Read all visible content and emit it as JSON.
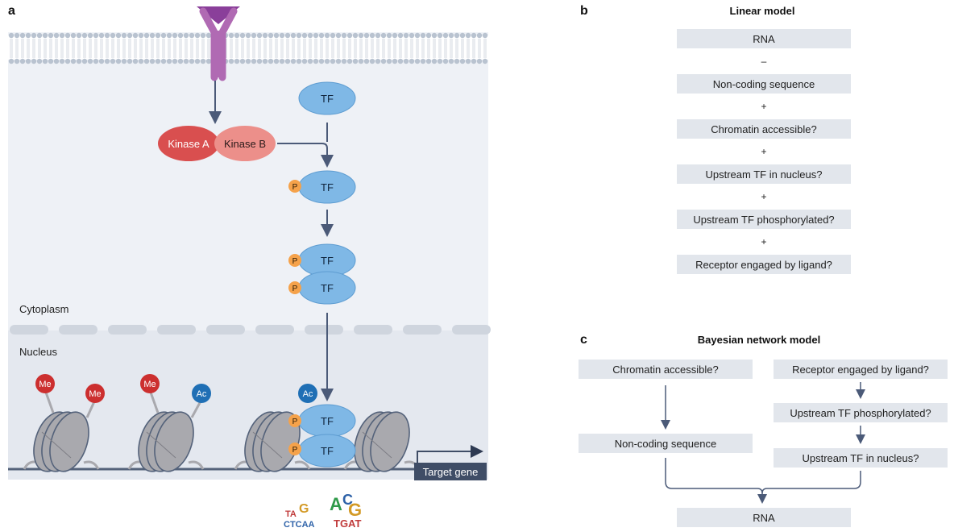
{
  "panels": {
    "a": {
      "letter": "a",
      "kinase_a": "Kinase A",
      "kinase_b": "Kinase B",
      "tf": "TF",
      "phospho": "P",
      "methyl": "Me",
      "acetyl": "Ac",
      "cytoplasm": "Cytoplasm",
      "nucleus": "Nucleus",
      "target_gene": "Target gene",
      "motif_left_top": "TA",
      "motif_left_bottom": "CTCAA",
      "motif_right_top": "ACG",
      "motif_right_bottom": "TGAT"
    },
    "b": {
      "letter": "b",
      "title": "Linear model",
      "terms": [
        "RNA",
        "Non-coding sequence",
        "Chromatin accessible?",
        "Upstream TF in nucleus?",
        "Upstream TF phosphorylated?",
        "Receptor engaged by ligand?"
      ],
      "operators": [
        "–",
        "+",
        "+",
        "+",
        "+"
      ]
    },
    "c": {
      "letter": "c",
      "title": "Bayesian network model",
      "chromatin": "Chromatin accessible?",
      "noncoding": "Non-coding sequence",
      "receptor": "Receptor engaged by ligand?",
      "phosphorylated": "Upstream TF phosphorylated?",
      "in_nucleus": "Upstream TF in nucleus?",
      "rna": "RNA"
    }
  },
  "colors": {
    "panel_bg": "#eef1f6",
    "membrane": "#b9c3d0",
    "receptor": "#b06ab3",
    "kinase_a": "#d94f4f",
    "kinase_b": "#ec8f8a",
    "tf": "#7fb8e6",
    "phospho": "#f5a24a",
    "methyl": "#cc2f2f",
    "acetyl": "#1f6fb5",
    "nucleosome": "#a9a9ae",
    "dna": "#54627a",
    "box": "#e2e6ec",
    "arrow": "#4b5a78"
  }
}
